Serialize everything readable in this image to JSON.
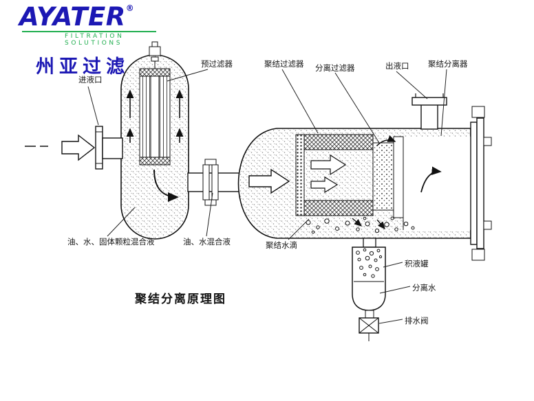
{
  "brand": {
    "logo_text": "AYATER",
    "registered_mark": "®",
    "tagline": "FILTRATION SOLUTIONS",
    "chinese_name": "州亚过滤",
    "logo_color": "#1c18b4",
    "accent_green": "#1fae4e"
  },
  "diagram": {
    "title": "聚结分离原理图",
    "line_color": "#111111",
    "labels": {
      "inlet": "进液口",
      "prefilter": "预过滤器",
      "coalescing_filter": "聚结过滤器",
      "separation_filter": "分离过滤器",
      "outlet": "出液口",
      "coalescence_separator": "聚结分离器",
      "mixture_oil_water_solid": "油、水、固体颗粒混合液",
      "mixture_oil_water": "油、水混合液",
      "coalesced_water_drops": "聚结水滴",
      "collection_tank": "积液罐",
      "separated_water": "分离水",
      "drain_valve": "排水阀"
    }
  }
}
